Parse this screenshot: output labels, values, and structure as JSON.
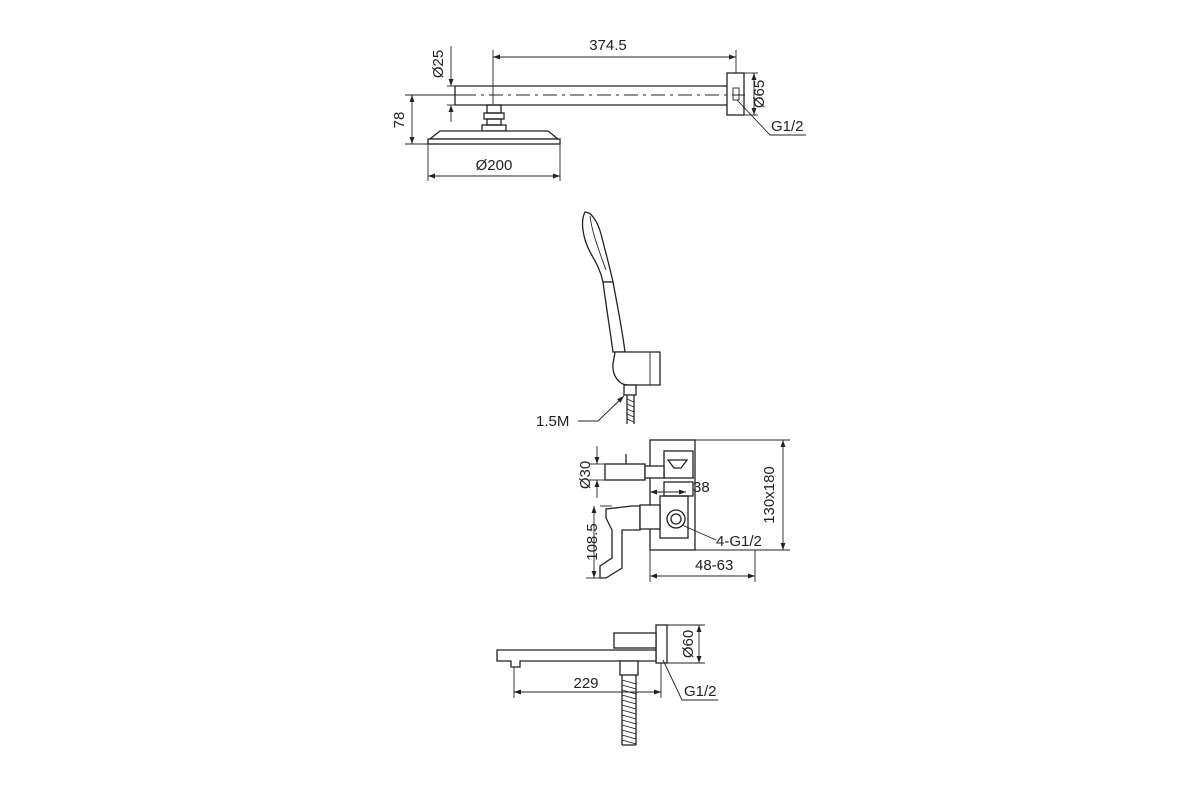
{
  "shower_arm": {
    "arm_length": "374.5",
    "arm_diameter": "Ø25",
    "flange_diameter": "Ø65",
    "thread": "G1/2",
    "drop_height": "78",
    "head_diameter": "Ø200"
  },
  "hand_shower": {
    "hose_length": "1.5M"
  },
  "mixer_valve": {
    "knob_diameter": "Ø30",
    "body_depth": "38",
    "plate_size": "130x180",
    "connections": "4-G1/2",
    "lever_height": "108.5",
    "install_depth": "48-63"
  },
  "spout": {
    "flange_diameter": "Ø60",
    "projection": "229",
    "thread": "G1/2"
  }
}
